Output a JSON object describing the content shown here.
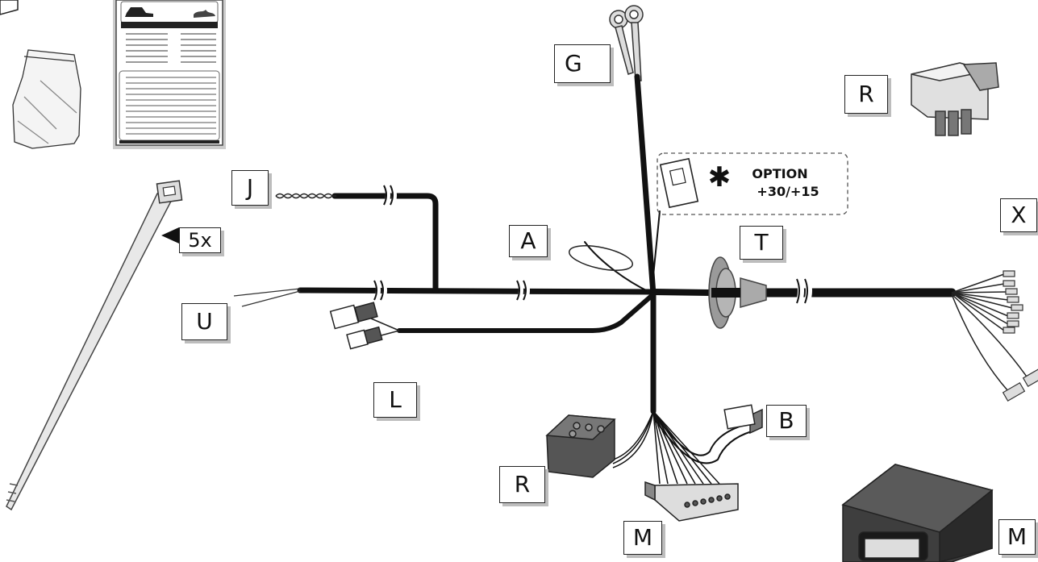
{
  "labels": {
    "g": "G",
    "r_top": "R",
    "j": "J",
    "a": "A",
    "t": "T",
    "x": "X",
    "u": "U",
    "qty": "5x",
    "l": "L",
    "b": "B",
    "r_bottom": "R",
    "m_bottom": "M",
    "m_right": "M"
  },
  "option": {
    "star": "✱",
    "title": "OPTION",
    "value": "+30/+15"
  },
  "icons": [
    "ground-symbol-icon",
    "car-icon",
    "relay-icon",
    "cable-tie-icon",
    "module-icon"
  ],
  "colors": {
    "cable": "#111111",
    "border": "#222222",
    "shadow": "#bdbdbd",
    "component": "#555555"
  }
}
